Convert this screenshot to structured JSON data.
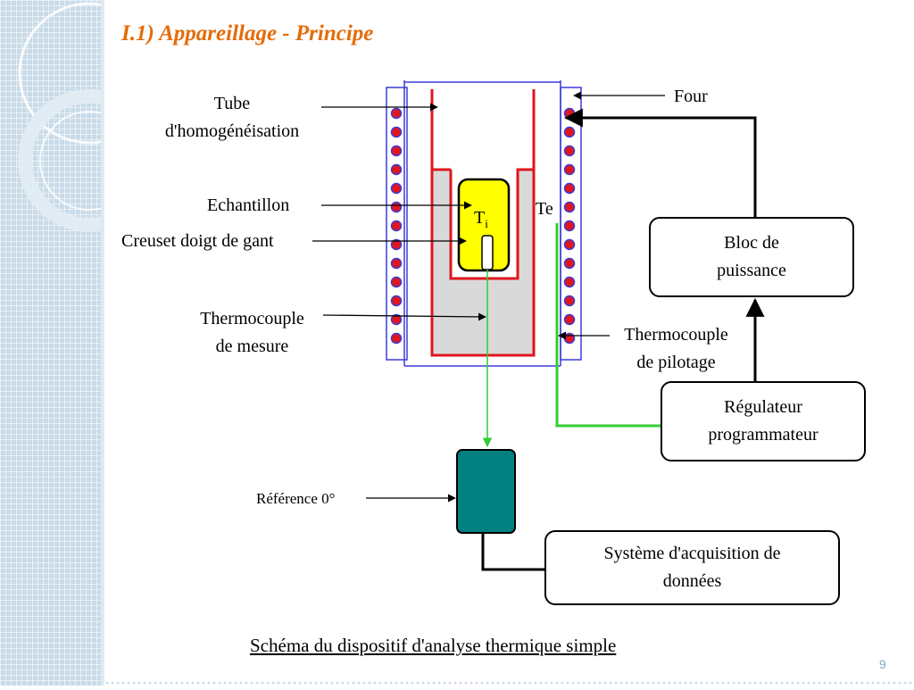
{
  "slide": {
    "title": "I.1) Appareillage - Principe",
    "caption": "Schéma du dispositif d'analyse thermique simple",
    "page_number": "9"
  },
  "labels": {
    "tube_line1": "Tube",
    "tube_line2": "d'homogénéisation",
    "echantillon": "Echantillon",
    "creuset": "Creuset doigt de gant",
    "thermo_mesure_line1": "Thermocouple",
    "thermo_mesure_line2": "de mesure",
    "four": "Four",
    "te": "Te",
    "ti_main": "T",
    "ti_sub": "i",
    "thermo_pilotage_line1": "Thermocouple",
    "thermo_pilotage_line2": "de pilotage",
    "reference": "Référence 0°"
  },
  "boxes": {
    "bloc_line1": "Bloc de",
    "bloc_line2": "puissance",
    "regulateur_line1": "Régulateur",
    "regulateur_line2": "programmateur",
    "systeme_line1": "Système d'acquisition de",
    "systeme_line2": "données"
  },
  "colors": {
    "title": "#e46c0a",
    "tube": "#e0161e",
    "sample": "#ffff00",
    "dewar_fill": "#d9d9d9",
    "thermocouple": "#33cc33",
    "coil_dot": "#e0161e",
    "coil_outline": "#3b3bd8",
    "cold_junction": "#008080"
  }
}
